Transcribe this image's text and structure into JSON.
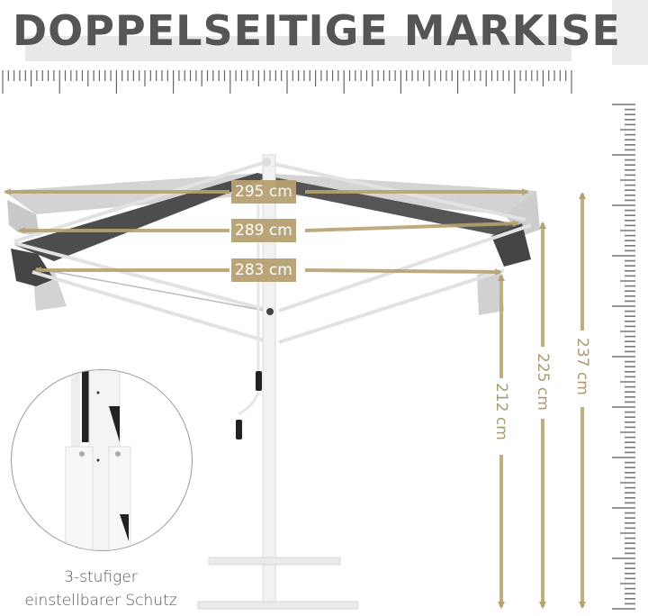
{
  "header": {
    "title": "DOPPELSEITIGE MARKISE"
  },
  "dimensions": {
    "widths": [
      {
        "label": "295 cm",
        "value": 295,
        "unit": "cm"
      },
      {
        "label": "289 cm",
        "value": 289,
        "unit": "cm"
      },
      {
        "label": "283 cm",
        "value": 283,
        "unit": "cm"
      }
    ],
    "heights": [
      {
        "label": "212 cm",
        "value": 212,
        "unit": "cm"
      },
      {
        "label": "225 cm",
        "value": 225,
        "unit": "cm"
      },
      {
        "label": "237 cm",
        "value": 237,
        "unit": "cm"
      }
    ]
  },
  "inset": {
    "caption_line1": "3-stufiger",
    "caption_line2": "einstellbarer Schutz"
  },
  "colors": {
    "accent": "#b6a171",
    "title": "#555555",
    "fabric_dark": "#4a4a4a",
    "fabric_light": "#c8c8c8",
    "ruler": "#666666"
  }
}
